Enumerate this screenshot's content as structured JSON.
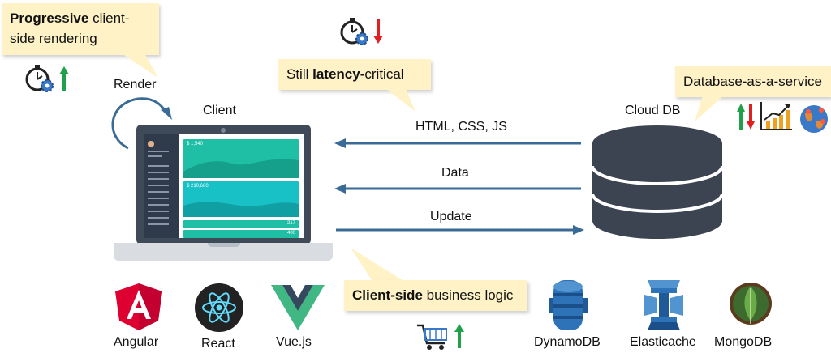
{
  "callouts": {
    "progressive": {
      "bold": "Progressive",
      "rest1": " client-",
      "line2": "side rendering"
    },
    "latency": {
      "pre": "Still ",
      "bold": "latency-",
      "post": "critical"
    },
    "dbaas": {
      "text": "Database-as-a-service"
    },
    "business": {
      "bold": "Client-side",
      "rest": " business logic"
    }
  },
  "labels": {
    "render": "Render",
    "client": "Client",
    "cloud_db": "Cloud DB",
    "html_css_js": "HTML, CSS, JS",
    "data": "Data",
    "update": "Update"
  },
  "frameworks": [
    {
      "name": "Angular"
    },
    {
      "name": "React"
    },
    {
      "name": "Vue.js"
    }
  ],
  "databases": [
    {
      "name": "DynamoDB"
    },
    {
      "name": "Elasticache"
    },
    {
      "name": "MongoDB"
    }
  ],
  "screen": {
    "card1_value": "$ 1,540",
    "card2_value": "$ 210,660",
    "row1_value": "217",
    "row2_value": "400"
  },
  "colors": {
    "arrow": "#3a6a96",
    "callout_bg": "#fff2c6",
    "db_body": "#3c4452",
    "up_arrow": "#1fa04a",
    "down_arrow": "#e02020",
    "teal": "#1fbfa5"
  }
}
